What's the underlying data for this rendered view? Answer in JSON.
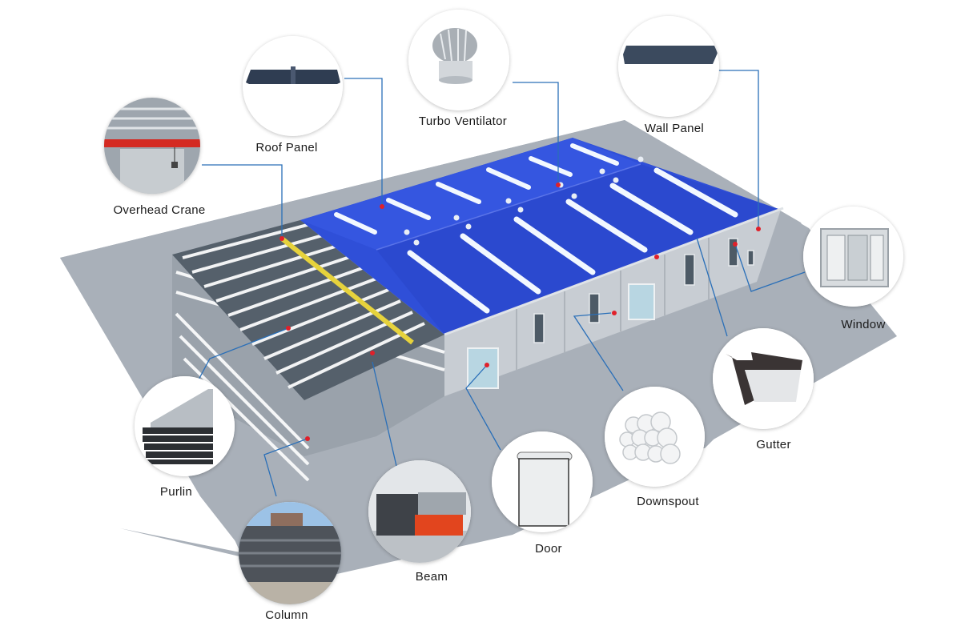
{
  "diagram": {
    "subject": "Steel structure warehouse components",
    "colors": {
      "roof": "#2f4fd8",
      "roof_dark": "#2541b8",
      "skylight": "#e8f4ff",
      "ground": "#a8afb8",
      "wall": "#c9ced4",
      "callout_line": "#2a6fb8",
      "marker": "#e0202a",
      "crane_beam": "#e8d23a"
    },
    "components": [
      {
        "id": "overhead-crane",
        "label": "Overhead Crane",
        "icon": "overhead-crane-photo"
      },
      {
        "id": "roof-panel",
        "label": "Roof Panel",
        "icon": "roof-panel-photo"
      },
      {
        "id": "turbo-ventilator",
        "label": "Turbo Ventilator",
        "icon": "turbo-ventilator-photo"
      },
      {
        "id": "wall-panel",
        "label": "Wall Panel",
        "icon": "wall-panel-photo"
      },
      {
        "id": "window",
        "label": "Window",
        "icon": "window-photo"
      },
      {
        "id": "gutter",
        "label": "Gutter",
        "icon": "gutter-photo"
      },
      {
        "id": "downspout",
        "label": "Downspout",
        "icon": "downspout-photo"
      },
      {
        "id": "door",
        "label": "Door",
        "icon": "door-photo"
      },
      {
        "id": "beam",
        "label": "Beam",
        "icon": "beam-photo"
      },
      {
        "id": "column",
        "label": "Column",
        "icon": "column-photo"
      },
      {
        "id": "purlin",
        "label": "Purlin",
        "icon": "purlin-photo"
      }
    ]
  }
}
